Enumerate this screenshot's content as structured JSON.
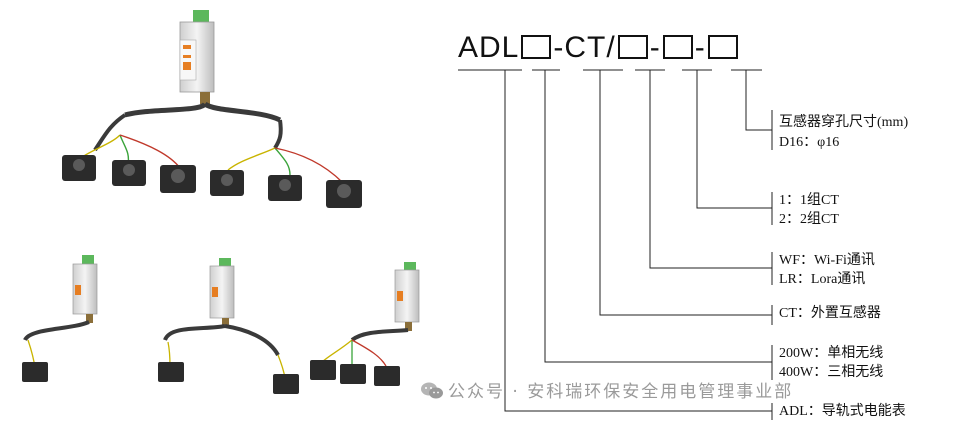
{
  "model_code": {
    "prefix": "ADL",
    "ct_part": "-CT/",
    "dash": "-"
  },
  "labels": {
    "hole_size_title": "互感器穿孔尺寸(mm)",
    "hole_size_value": "D16：φ16",
    "group_1": "1：1组CT",
    "group_2": "2：2组CT",
    "wifi": "WF：Wi-Fi通讯",
    "lora": "LR：Lora通讯",
    "ct_external": "CT：外置互感器",
    "single_phase": "200W：单相无线",
    "three_phase": "400W：三相无线",
    "adl": "ADL：导轨式电能表"
  },
  "watermark": "公众号 · 安科瑞环保安全用电管理事业部",
  "colors": {
    "cable": "#3a3a3a",
    "ct_body": "#2b2b2b",
    "meter_body": "#e8e8e8",
    "terminal_green": "#5cb85c",
    "accent_orange": "#e67e22",
    "wire_green": "#3aa33a",
    "wire_red": "#c0392b",
    "wire_yellow": "#c9b400"
  }
}
